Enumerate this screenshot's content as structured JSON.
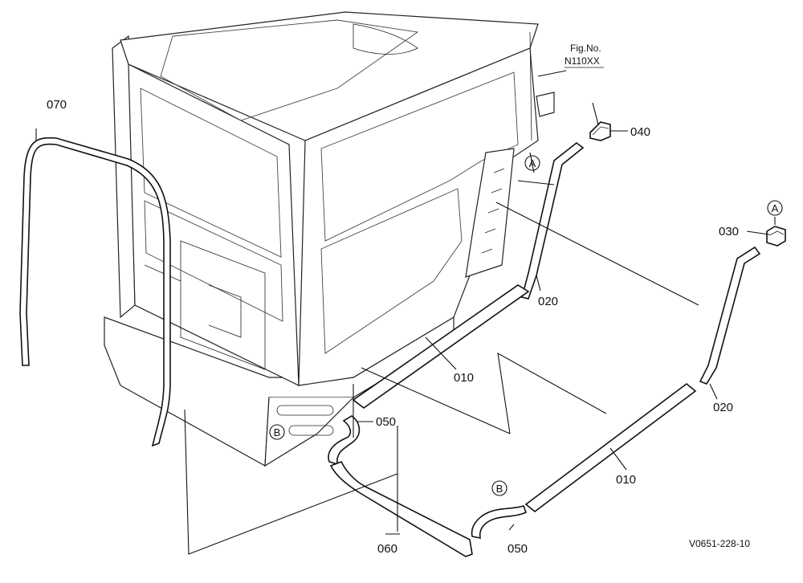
{
  "figure": {
    "fig_no_label": "Fig.No.",
    "fig_no_value": "N110XX",
    "drawing_code": "V0651-228-10"
  },
  "parts": {
    "p070": "070",
    "p040": "040",
    "p030": "030",
    "p020a": "020",
    "p020b": "020",
    "p010a": "010",
    "p010b": "010",
    "p050a": "050",
    "p050b": "050",
    "p060": "060"
  },
  "callouts": {
    "a1": "A",
    "a2": "A",
    "b1": "B",
    "b2": "B"
  }
}
